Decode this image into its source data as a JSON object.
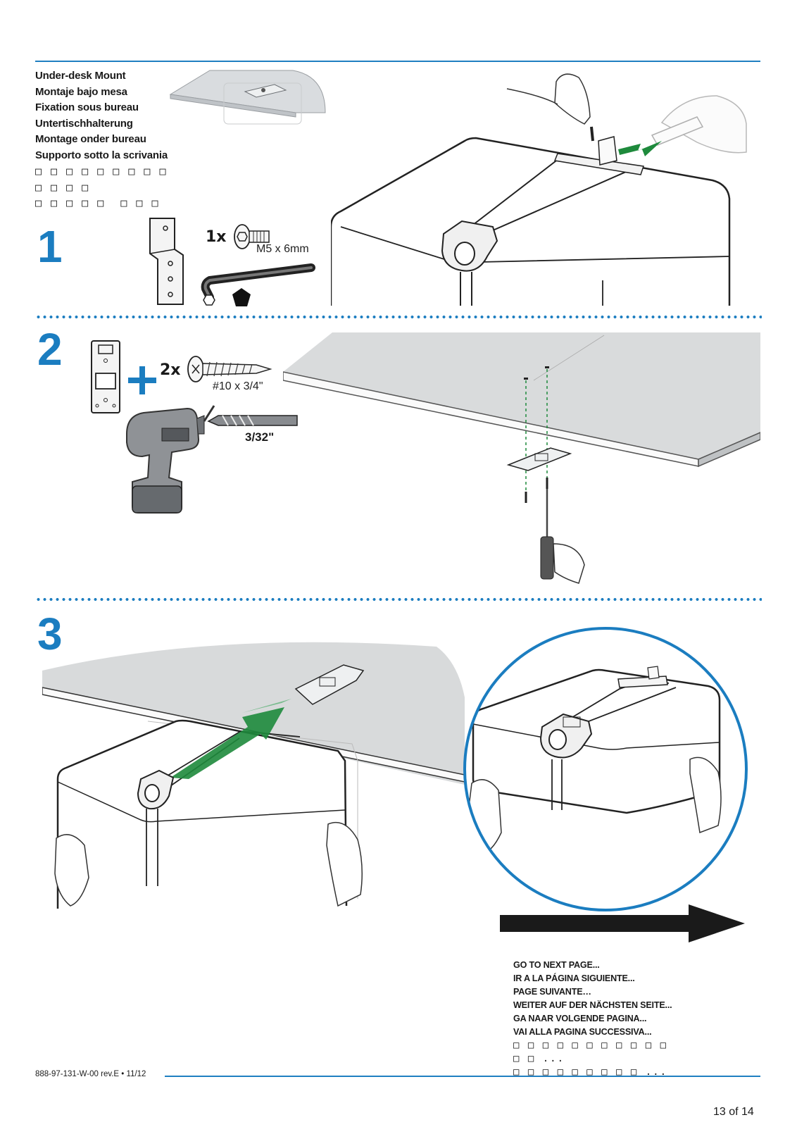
{
  "header": {
    "titles": [
      "Under-desk Mount",
      "Montaje bajo mesa",
      "Fixation sous bureau",
      "Untertischhalterung",
      "Montage onder bureau",
      "Supporto sotto la scrivania",
      "         ",
      "    ",
      "      "
    ]
  },
  "steps": [
    {
      "number": "1",
      "quantity": "1x",
      "hardware_spec": "M5 x 6mm"
    },
    {
      "number": "2",
      "quantity": "2x",
      "hardware_spec": "#10 x 3/4\"",
      "drill_bit": "3/32\""
    },
    {
      "number": "3"
    }
  ],
  "next_page": {
    "lines": [
      "GO TO NEXT PAGE...",
      "IR A LA PÁGINA SIGUIENTE...",
      "PAGE SUIVANTE…",
      "WEITER AUF DER NÄCHSTEN SEITE...",
      "GA NAAR VOLGENDE PAGINA...",
      "VAI ALLA PAGINA SUCCESSIVA...",
      "           ",
      "  ...",
      "         ..."
    ]
  },
  "footer": {
    "document_code": "888-97-131-W-00 rev.E • 11/12",
    "page": "13 of 14"
  },
  "colors": {
    "accent_blue": "#1b7dc0",
    "arrow_green": "#1e8a3c",
    "arrow_black": "#1a1a1a"
  },
  "icons": [
    "hex-key-icon",
    "pentagon-bit-icon",
    "drill-icon",
    "screw-icon",
    "hand-icon"
  ]
}
